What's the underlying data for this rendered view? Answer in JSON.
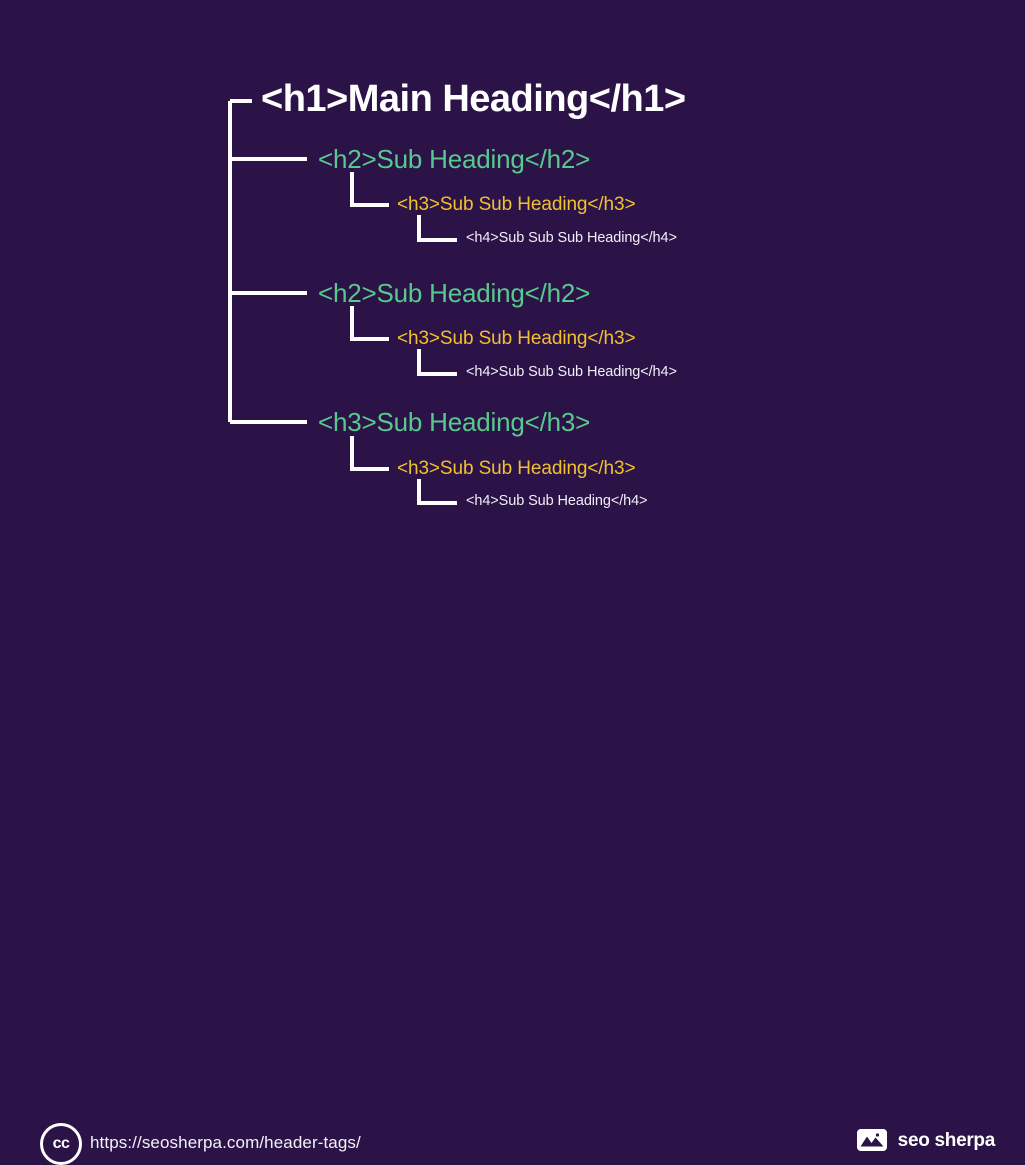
{
  "page": {
    "background_color": "#2b1347",
    "title": "HTML Header Tag Hierarchy"
  },
  "colors": {
    "background": "#2b1347",
    "h1": "#ffffff",
    "h2": "#57c98c",
    "h3": "#f1c02f",
    "h4": "#f2eef7",
    "connector": "#ffffff"
  },
  "tree": {
    "root": {
      "label": "<h1>Main Heading</h1>",
      "level": "h1",
      "color": "#ffffff"
    },
    "branches": [
      {
        "label": "<h2>Sub Heading</h2>",
        "level": "h2",
        "color": "#57c98c",
        "children": [
          {
            "label": "<h3>Sub Sub Heading</h3>",
            "level": "h3",
            "color": "#f1c02f",
            "children": [
              {
                "label": "<h4>Sub Sub Sub Heading</h4>",
                "level": "h4",
                "color": "#f2eef7"
              }
            ]
          }
        ]
      },
      {
        "label": "<h2>Sub Heading</h2>",
        "level": "h2",
        "color": "#57c98c",
        "children": [
          {
            "label": "<h3>Sub Sub Heading</h3>",
            "level": "h3",
            "color": "#f1c02f",
            "children": [
              {
                "label": "<h4>Sub Sub Sub Heading</h4>",
                "level": "h4",
                "color": "#f2eef7"
              }
            ]
          }
        ]
      },
      {
        "label": "<h3>Sub Heading</h3>",
        "level": "h2",
        "color": "#57c98c",
        "children": [
          {
            "label": "<h3>Sub Sub Heading</h3>",
            "level": "h3",
            "color": "#f1c02f",
            "children": [
              {
                "label": "<h4>Sub Sub Heading</h4>",
                "level": "h4",
                "color": "#f2eef7"
              }
            ]
          }
        ]
      }
    ]
  },
  "footer": {
    "license_icon": "creative-commons-icon",
    "license_label": "cc",
    "url": "https://seosherpa.com/header-tags/",
    "brand": {
      "icon": "mountain-logo-icon",
      "name": "seo sherpa"
    }
  }
}
